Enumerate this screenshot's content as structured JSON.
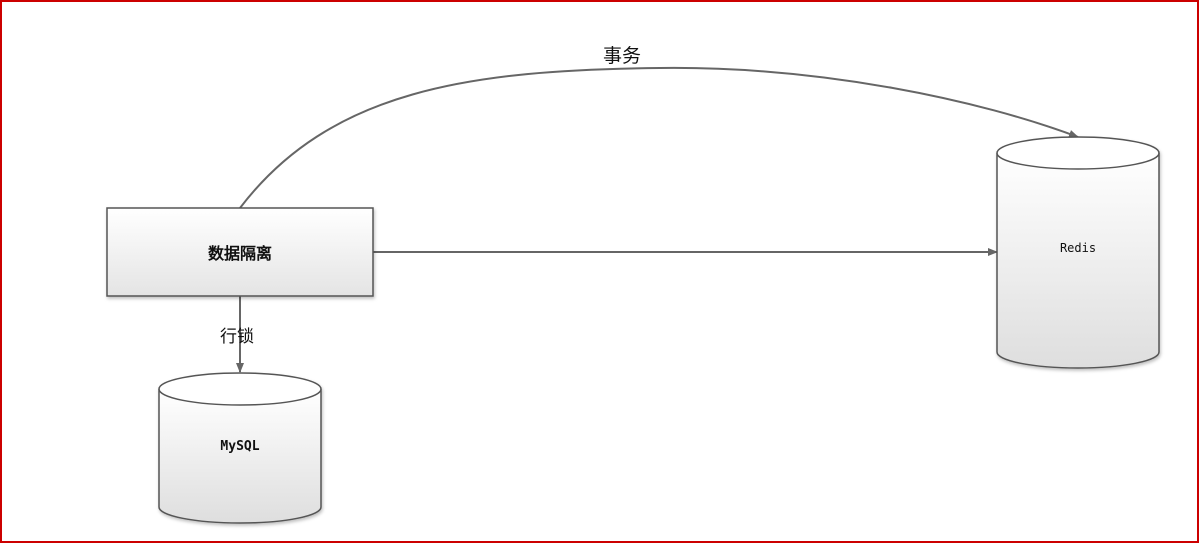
{
  "diagram": {
    "border_color": "#cc0000",
    "stroke_color": "#666666",
    "nodes": {
      "isolation_box": {
        "label": "数据隔离",
        "shape": "rectangle"
      },
      "redis": {
        "label": "Redis",
        "shape": "cylinder"
      },
      "mysql": {
        "label": "MySQL",
        "shape": "cylinder"
      }
    },
    "edges": {
      "transaction": {
        "from": "数据隔离",
        "to": "Redis",
        "label": "事务",
        "style": "curved-arrow"
      },
      "direct": {
        "from": "数据隔离",
        "to": "Redis",
        "label": "",
        "style": "straight-arrow"
      },
      "row_lock": {
        "from": "数据隔离",
        "to": "MySQL",
        "label": "行锁",
        "style": "straight-arrow"
      }
    }
  }
}
